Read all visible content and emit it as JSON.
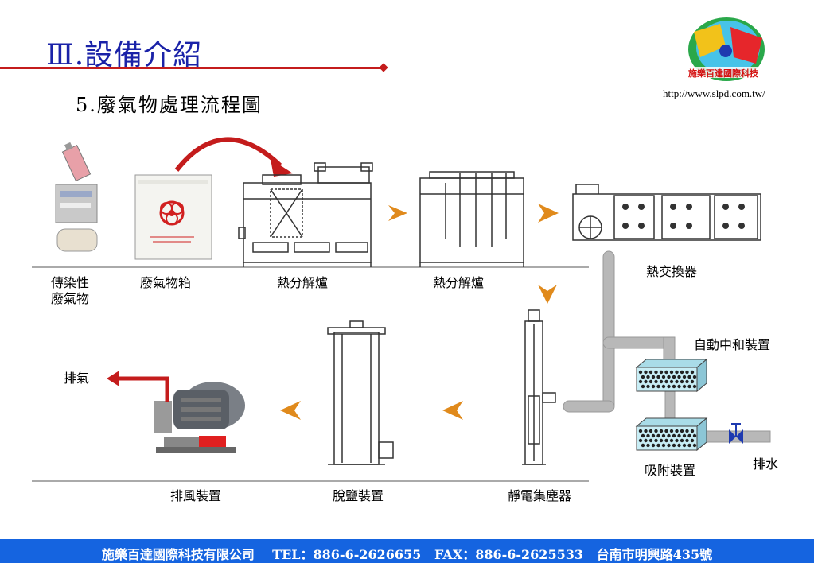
{
  "header": {
    "title": "Ⅲ.設備介紹",
    "subtitle": "5.廢氣物處理流程圖",
    "url": "http://www.slpd.com.tw/",
    "logo_text": "施樂百達國際科技"
  },
  "flow": {
    "infectious_waste": "傳染性\n廢氣物",
    "waste_box": "廢氣物箱",
    "pyrolysis_furnace_1": "熱分解爐",
    "pyrolysis_furnace_2": "熱分解爐",
    "heat_exchanger": "熱交換器",
    "auto_neutralizer": "自動中和裝置",
    "adsorption": "吸附裝置",
    "drain": "排水",
    "exhaust_out": "排氣",
    "blower": "排風裝置",
    "desalination": "脫鹽裝置",
    "electrostatic_precipitator": "靜電集塵器"
  },
  "footer": {
    "text": "施樂百達國際科技有限公司    TEL：886-6-2626655   FAX：886-6-2625533   台南市明興路435號"
  },
  "colors": {
    "title": "#1a22a8",
    "accent_red": "#c41c1c",
    "arrow_orange": "#e08a1c",
    "footer_bg": "#1564e0",
    "pipe": "#b8b8b8"
  }
}
